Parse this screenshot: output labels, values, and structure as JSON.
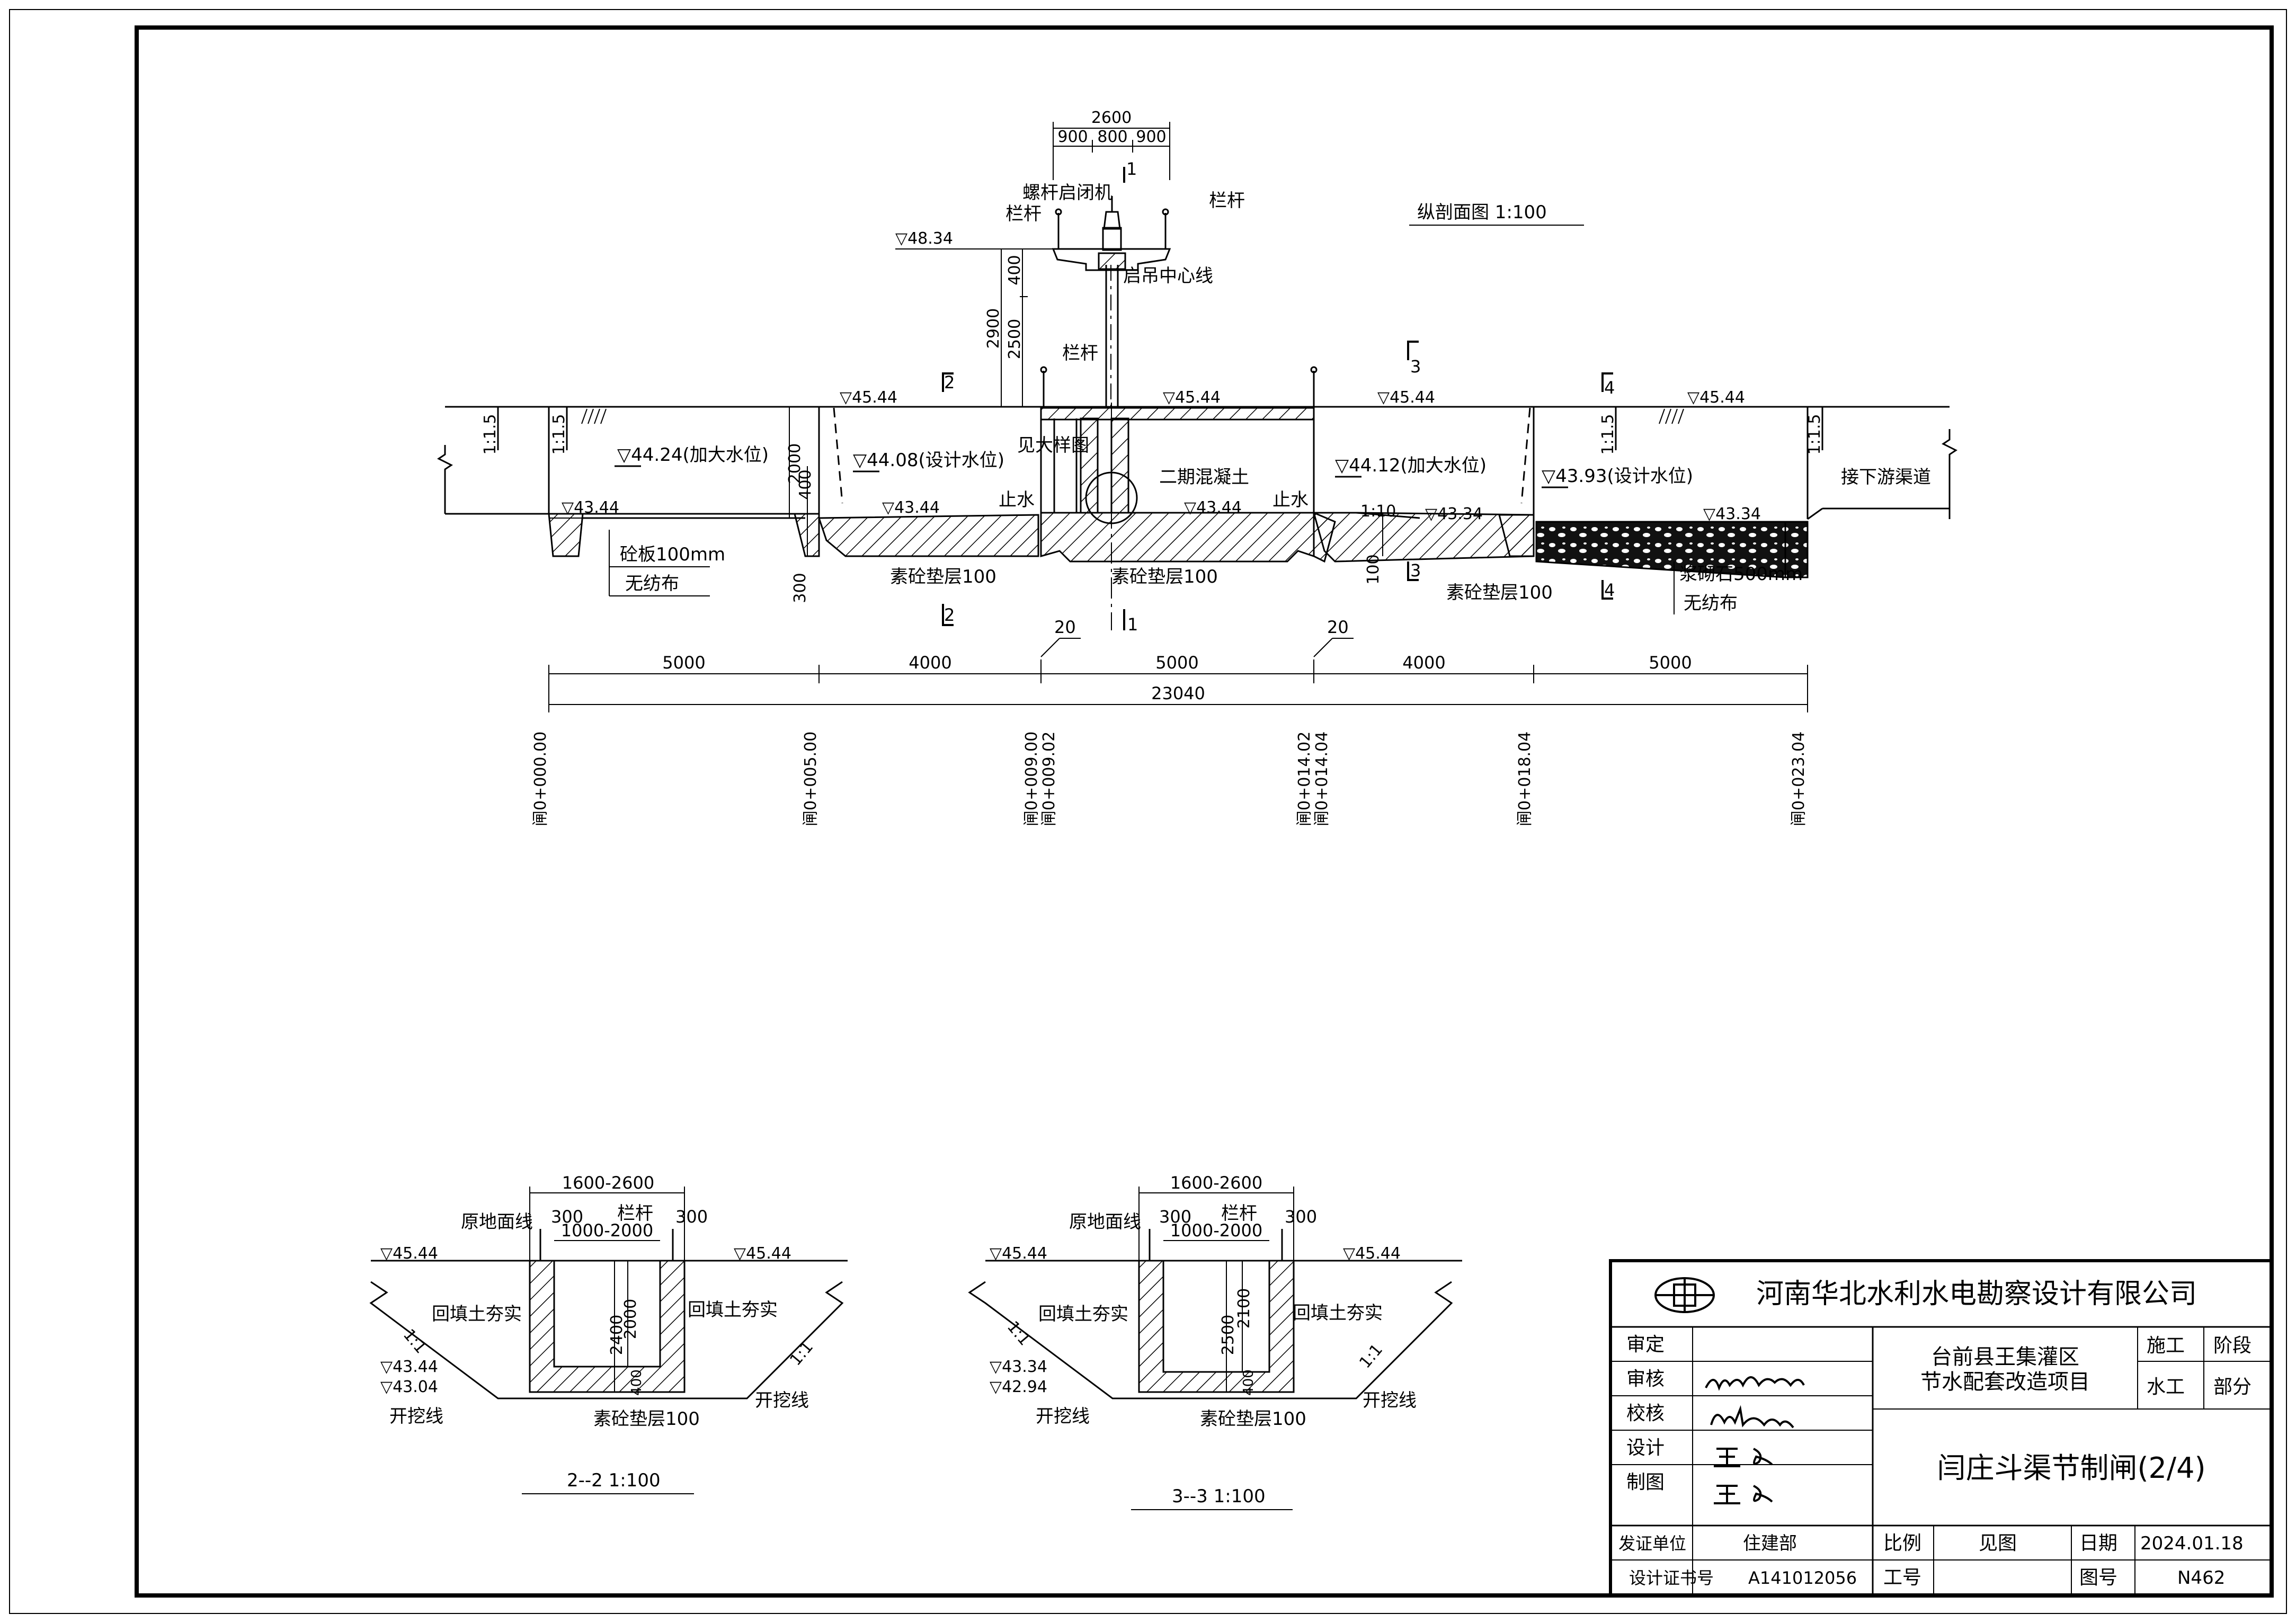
{
  "drawing": {
    "views": {
      "longitudinal_title": "纵剖面图 1:100",
      "section_2_title": "2--2 1:100",
      "section_3_title": "3--3 1:100"
    },
    "top_dims": {
      "total": "2600",
      "left": "900",
      "mid": "800",
      "right": "900"
    },
    "elevations": {
      "top_deck": "▽48.34",
      "ground_1": "▽45.44",
      "ground_2": "▽45.44",
      "ground_3": "▽45.44",
      "ground_4": "▽45.44",
      "wl_1": "▽44.24(加大水位)",
      "wl_2": "▽44.08(设计水位)",
      "wl_3": "▽44.12(加大水位)",
      "wl_4": "▽43.93(设计水位)",
      "bed_1": "▽43.44",
      "bed_2": "▽43.44",
      "bed_3": "▽43.44",
      "bed_4": "▽43.34",
      "bed_5": "▽43.34"
    },
    "labels": {
      "hoist": "螺杆启闭机",
      "railing_left": "栏杆",
      "railing_right": "栏杆",
      "railing_mid": "栏杆",
      "lift_center": "启吊中心线",
      "detail_ref": "见大样图",
      "second_stage": "二期混凝土",
      "waterstop_1": "止水",
      "waterstop_2": "止水",
      "slab": "砼板100mm",
      "geotextile_1": "无纺布",
      "cushion_1": "素砼垫层100",
      "cushion_2": "素砼垫层100",
      "cushion_3": "素砼垫层100",
      "riprap": "浆砌石500mm",
      "geotextile_2": "无纺布",
      "downstream": "接下游渠道",
      "slope_1": "1:1.5",
      "slope_2": "1:1.5",
      "slope_3": "1:1.5",
      "slope_4": "1:1.5",
      "grade": "1:10"
    },
    "vert_dims": {
      "d2900": "2900",
      "d2500": "2500",
      "d400a": "400",
      "d2000": "2000",
      "d400b": "400",
      "d300": "300",
      "d100": "100"
    },
    "section_marks": {
      "s1": "1",
      "s2": "2",
      "s3": "3",
      "s4": "4"
    },
    "joints": {
      "j1": "20",
      "j2": "20"
    },
    "horiz_dims": [
      "5000",
      "4000",
      "5000",
      "4000",
      "5000"
    ],
    "total_length": "23040",
    "stations": [
      "闸0+000.00",
      "闸0+005.00",
      "闸0+009.00",
      "闸0+009.02",
      "闸0+014.02",
      "闸0+014.04",
      "闸0+018.04",
      "闸0+023.04"
    ],
    "sec2": {
      "width_top": "1600-2600",
      "ground_line": "原地面线",
      "wall_l": "300",
      "railing": "栏杆",
      "wall_r": "300",
      "inner": "1000-2000",
      "elev_l": "▽45.44",
      "elev_r": "▽45.44",
      "backfill_l": "回填土夯实",
      "backfill_r": "回填土夯实",
      "slope_l": "1:1",
      "slope_r": "1:1",
      "elev_bed": "▽43.44",
      "elev_exc": "▽43.04",
      "h_out": "2400",
      "h_in": "2000",
      "h_base": "400",
      "cushion": "素砼垫层100",
      "exc_l": "开挖线",
      "exc_r": "开挖线"
    },
    "sec3": {
      "width_top": "1600-2600",
      "ground_line": "原地面线",
      "wall_l": "300",
      "railing": "栏杆",
      "wall_r": "300",
      "inner": "1000-2000",
      "elev_l": "▽45.44",
      "elev_r": "▽45.44",
      "backfill_l": "回填土夯实",
      "backfill_r": "回填土夯实",
      "slope_l": "1:1",
      "slope_r": "1:1",
      "elev_bed": "▽43.34",
      "elev_exc": "▽42.94",
      "h_out": "2500",
      "h_in": "2100",
      "h_base": "400",
      "cushion": "素砼垫层100",
      "exc_l": "开挖线",
      "exc_r": "开挖线"
    }
  },
  "title_block": {
    "company": "河南华北水利水电勘察设计有限公司",
    "project_line1": "台前县王集灌区",
    "project_line2": "节水配套改造项目",
    "drawing_name": "闫庄斗渠节制闸(2/4)",
    "rows": {
      "review": "审定",
      "check": "审核",
      "proof": "校核",
      "design": "设计",
      "draw": "制图"
    },
    "stage_label": "施工",
    "stage_hdr": "阶段",
    "dept": "水工",
    "dept_hdr": "部分",
    "issuer_label": "发证单位",
    "issuer": "住建部",
    "cert_label": "设计证书号",
    "cert": "A141012056",
    "scale_label": "比例",
    "scale": "见图",
    "date_label": "日期",
    "date": "2024.01.18",
    "job_label": "工号",
    "job": "",
    "fig_label": "图号",
    "fig": "N462"
  }
}
